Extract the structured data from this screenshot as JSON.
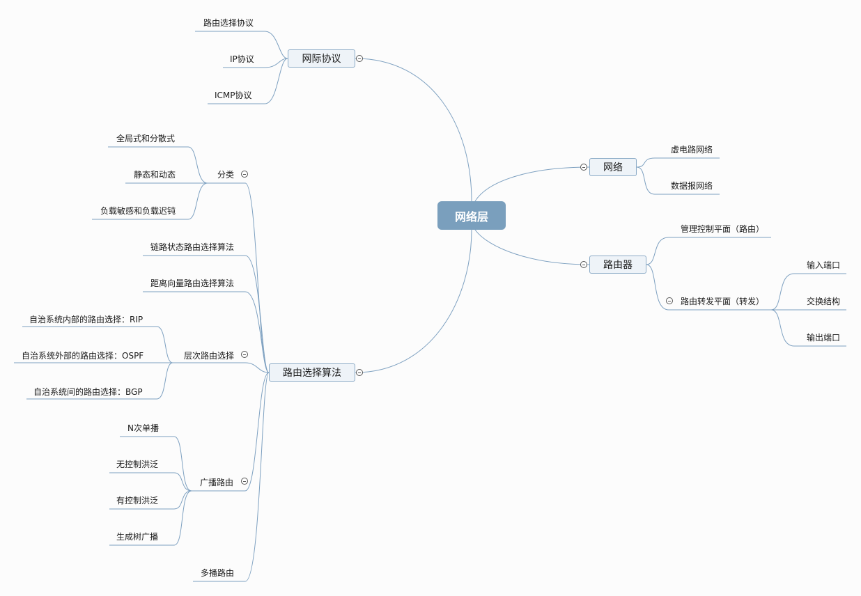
{
  "root": "网络层",
  "branches": {
    "internet_protocol": {
      "label": "网际协议",
      "children": [
        "路由选择协议",
        "IP协议",
        "ICMP协议"
      ]
    },
    "network": {
      "label": "网络",
      "children": [
        "虚电路网络",
        "数据报网络"
      ]
    },
    "router": {
      "label": "路由器",
      "control_plane": "管理控制平面（路由）",
      "forwarding_plane": {
        "label": "路由转发平面（转发）",
        "children": [
          "输入端口",
          "交换结构",
          "输出端口"
        ]
      }
    },
    "routing_algorithms": {
      "label": "路由选择算法",
      "classification": {
        "label": "分类",
        "children": [
          "全局式和分散式",
          "静态和动态",
          "负载敏感和负载迟钝"
        ]
      },
      "link_state": "链路状态路由选择算法",
      "distance_vector": "距离向量路由选择算法",
      "hierarchical": {
        "label": "层次路由选择",
        "children": [
          "自治系统内部的路由选择：RIP",
          "自治系统外部的路由选择：OSPF",
          "自治系统间的路由选择：BGP"
        ]
      },
      "broadcast": {
        "label": "广播路由",
        "children": [
          "N次单播",
          "无控制洪泛",
          "有控制洪泛",
          "生成树广播"
        ]
      },
      "multicast": "多播路由"
    }
  }
}
